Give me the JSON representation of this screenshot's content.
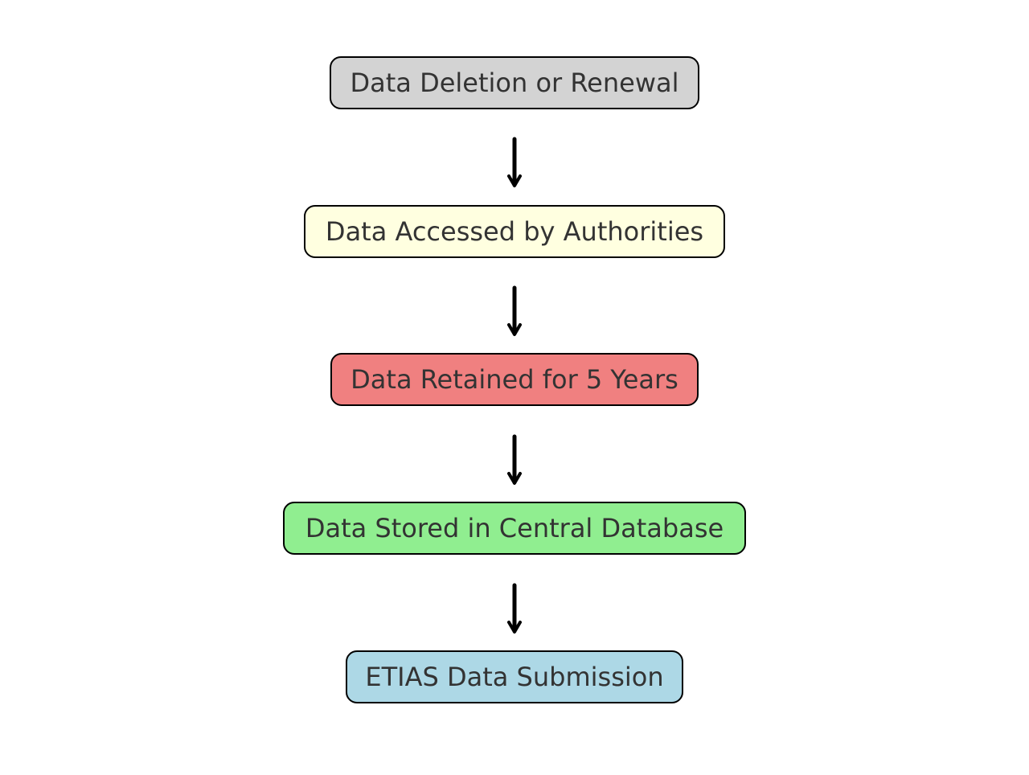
{
  "nodes": [
    {
      "id": "n1",
      "label": "Data Deletion or Renewal",
      "color": "#d3d3d3"
    },
    {
      "id": "n2",
      "label": "Data Accessed by Authorities",
      "color": "#ffffe0"
    },
    {
      "id": "n3",
      "label": "Data Retained for 5 Years",
      "color": "#f08080"
    },
    {
      "id": "n4",
      "label": "Data Stored in Central Database",
      "color": "#90ee90"
    },
    {
      "id": "n5",
      "label": "ETIAS Data Submission",
      "color": "#add8e6"
    }
  ],
  "edges": [
    {
      "from": "Data Deletion or Renewal",
      "to": "Data Accessed by Authorities"
    },
    {
      "from": "Data Accessed by Authorities",
      "to": "Data Retained for 5 Years"
    },
    {
      "from": "Data Retained for 5 Years",
      "to": "Data Stored in Central Database"
    },
    {
      "from": "Data Stored in Central Database",
      "to": "ETIAS Data Submission"
    }
  ],
  "arrow_color": "#000000"
}
